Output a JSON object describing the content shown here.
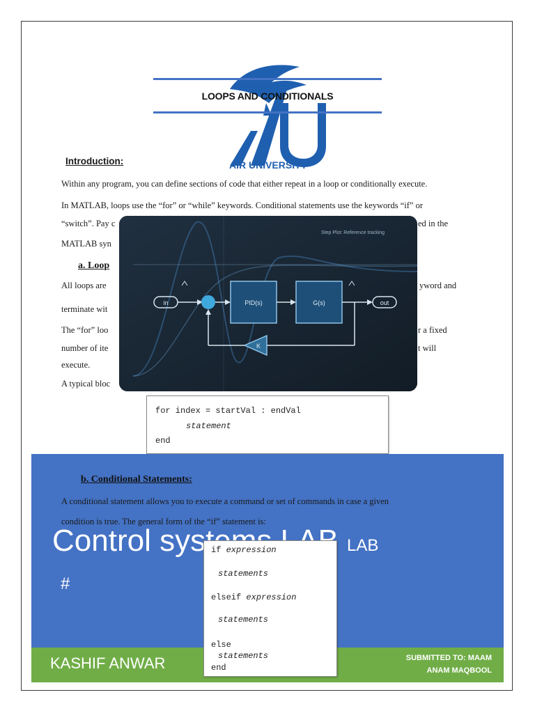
{
  "document": {
    "title": "LOOPS AND CONDITIONALS",
    "logo_text": "AIR UNIVERSITY",
    "intro_heading": "Introduction:",
    "intro_lines": [
      "Within any program, you can define sections of code that either repeat in a loop or conditionally execute.",
      "In MATLAB, loops use the “for” or “while” keywords. Conditional statements use the keywords “if” or",
      "“switch”. Pay c",
      "MATLAB syn"
    ],
    "intro_line3_tail": "ed in the",
    "loops_heading": "a. Loop",
    "loops_lines": [
      "All loops are",
      "terminate wit"
    ],
    "loops_line1_tail": "yword and",
    "for_lines": [
      "The “for” loo",
      "number of ite",
      "execute."
    ],
    "for_line1_tail": "r a fixed",
    "for_line2_tail": "t will",
    "typical_line": "A typical bloc",
    "for_code": {
      "line1": "for index = startVal : endVal",
      "line2": "statement",
      "line3": "end"
    },
    "conditional_heading": "b. Conditional Statements:",
    "conditional_lines": [
      "A conditional statement allows you to execute a command or set of commands in case a given",
      "condition is true. The general form of the “if” statement is:"
    ],
    "if_code": {
      "line1_kw": "if ",
      "line1_expr": "expression",
      "line2": "statements",
      "line3_kw": "elseif ",
      "line3_expr": "expression",
      "line4": "statements",
      "line5": "else",
      "line6": "statements",
      "line7": "end"
    }
  },
  "diagram": {
    "caption": "Step Plot: Reference tracking",
    "in_label": "in",
    "out_label": "out",
    "pid_label": "PID(s)",
    "plant_label": "G(s)",
    "gain_label": "K"
  },
  "cover": {
    "title": "Control systems LAB",
    "title_small": "LAB",
    "hash": "#",
    "author": "KASHIF ANWAR",
    "submitted_line1": "SUBMITTED TO: MAAM",
    "submitted_line2": "ANAM MAQBOOL"
  },
  "colors": {
    "blue_band": "#4472c4",
    "green_band": "#70ad47",
    "overlay_bg": "#1b2733",
    "logo_blue": "#1f5fb0"
  }
}
